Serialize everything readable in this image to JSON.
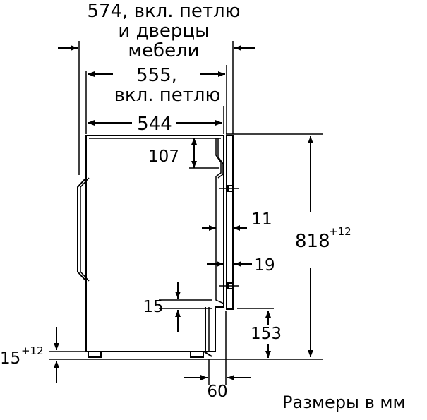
{
  "dimensions": {
    "dim_574": "574, вкл. петлю",
    "dim_574_line2": "и дверцы",
    "dim_574_line3": "мебели",
    "dim_555": "555,",
    "dim_555_line2": "вкл. петлю",
    "dim_544": "544",
    "dim_107": "107",
    "dim_11": "11",
    "dim_818": "818",
    "dim_818_tol": "+12",
    "dim_19": "19",
    "dim_15": "15",
    "dim_153": "153",
    "dim_15_feet": "15",
    "dim_15_feet_tol": "+12",
    "dim_60": "60"
  },
  "note": "Размеры в мм"
}
